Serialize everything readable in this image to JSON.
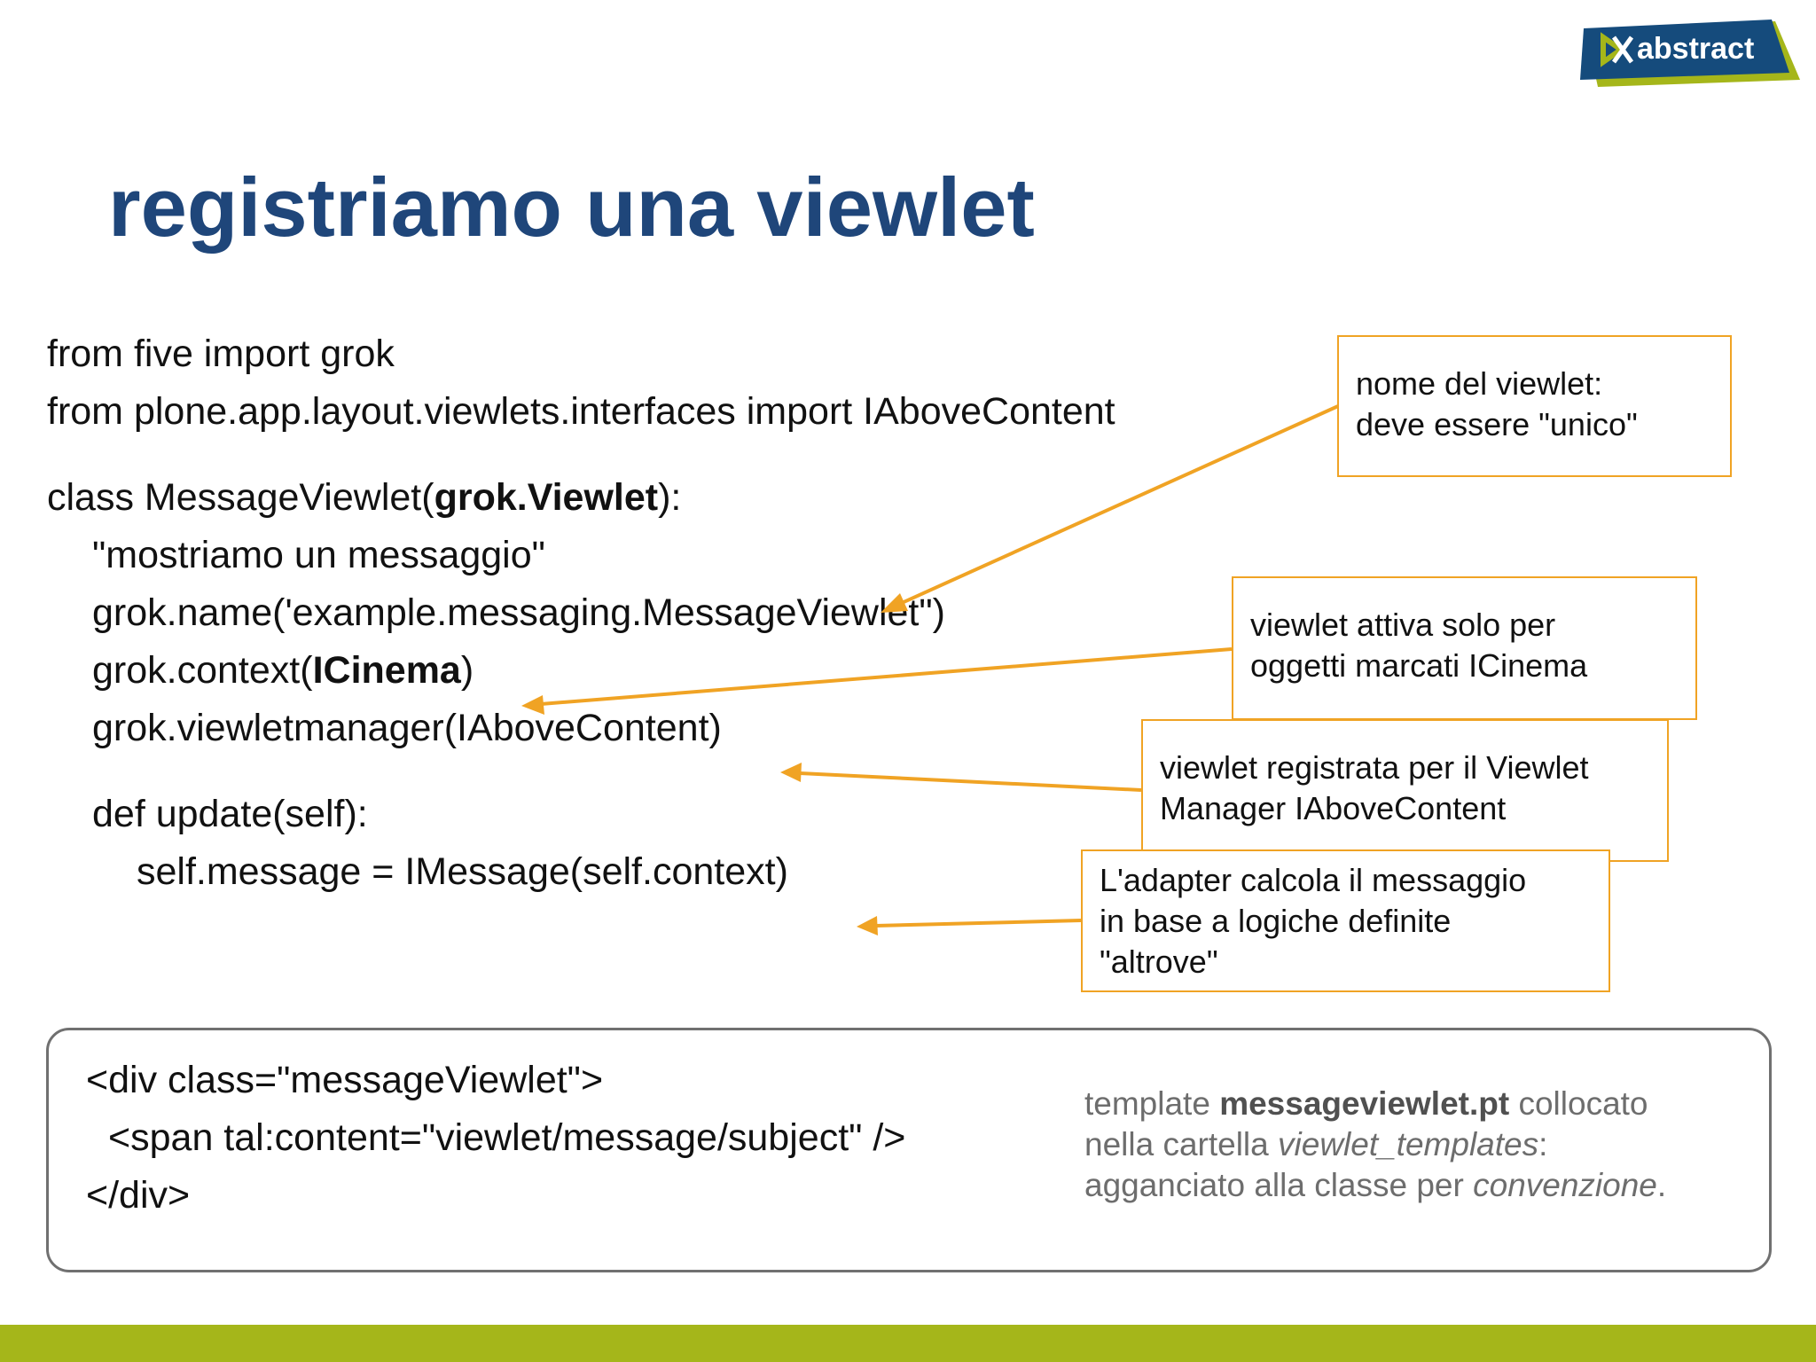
{
  "brand": {
    "logo_text": "abstract",
    "colors": {
      "navy": "#1f467a",
      "accent_green": "#a5b61a",
      "callout_orange": "#f0a324"
    }
  },
  "title": "registriamo una viewlet",
  "code": {
    "import1": "from five import grok",
    "import2": "from plone.app.layout.viewlets.interfaces import IAboveContent",
    "class_pre": "class MessageViewlet(",
    "class_bold": "grok.Viewlet",
    "class_post": "):",
    "docstring": "\"mostriamo un messaggio\"",
    "name": "grok.name('example.messaging.MessageViewlet\")",
    "context_pre": "grok.context(",
    "context_bold": "ICinema",
    "context_post": ")",
    "manager": "grok.viewletmanager(IAboveContent)",
    "def": "def update(self):",
    "body": "self.message = IMessage(self.context)"
  },
  "callouts": {
    "name": {
      "line1": "nome del viewlet:",
      "line2": "deve essere \"unico\""
    },
    "context": {
      "line1": "viewlet attiva solo per",
      "line2": "oggetti marcati ICinema"
    },
    "manager": {
      "line1": "viewlet registrata per il Viewlet",
      "line2": "Manager IAboveContent"
    },
    "adapter": {
      "line1": "L'adapter calcola il messaggio",
      "line2": "in base a logiche definite",
      "line3": "\"altrove\""
    }
  },
  "template": {
    "line1": "<div class=\"messageViewlet\">",
    "line2": "<span tal:content=\"viewlet/message/subject\" />",
    "line3": "</div>",
    "note": {
      "p1": "template ",
      "file": "messageviewlet.pt",
      "p2": " collocato",
      "p3": "nella cartella ",
      "folder": "viewlet_templates",
      "p4": ":",
      "p5": "agganciato alla classe per ",
      "conv": "convenzione",
      "p6": "."
    }
  }
}
